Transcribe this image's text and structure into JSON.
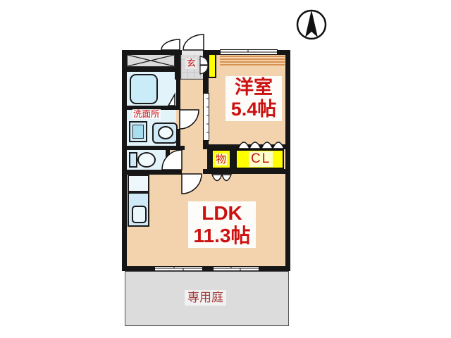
{
  "compass": {
    "icon": "north-arrow"
  },
  "labels": {
    "western_room": {
      "name": "洋室",
      "size": "5.4帖"
    },
    "ldk": {
      "name": "LDK",
      "size": "11.3帖"
    },
    "washroom": "洗面所",
    "entrance": "玄",
    "storage": "物",
    "closet": "CL",
    "private_garden": "専用庭"
  },
  "colors": {
    "wall": "#161616",
    "floor": "#f2d3ae",
    "wet-floor": "#e3f3fa",
    "fixture": "#cfe9f6",
    "tub": "#c9ecf8",
    "storage-yellow": "#ffff00",
    "tile-gray": "#dbdbdb",
    "garden-gray": "#dcdcdc",
    "label-red": "#cc1111",
    "stripe-orange": "#d89352"
  }
}
